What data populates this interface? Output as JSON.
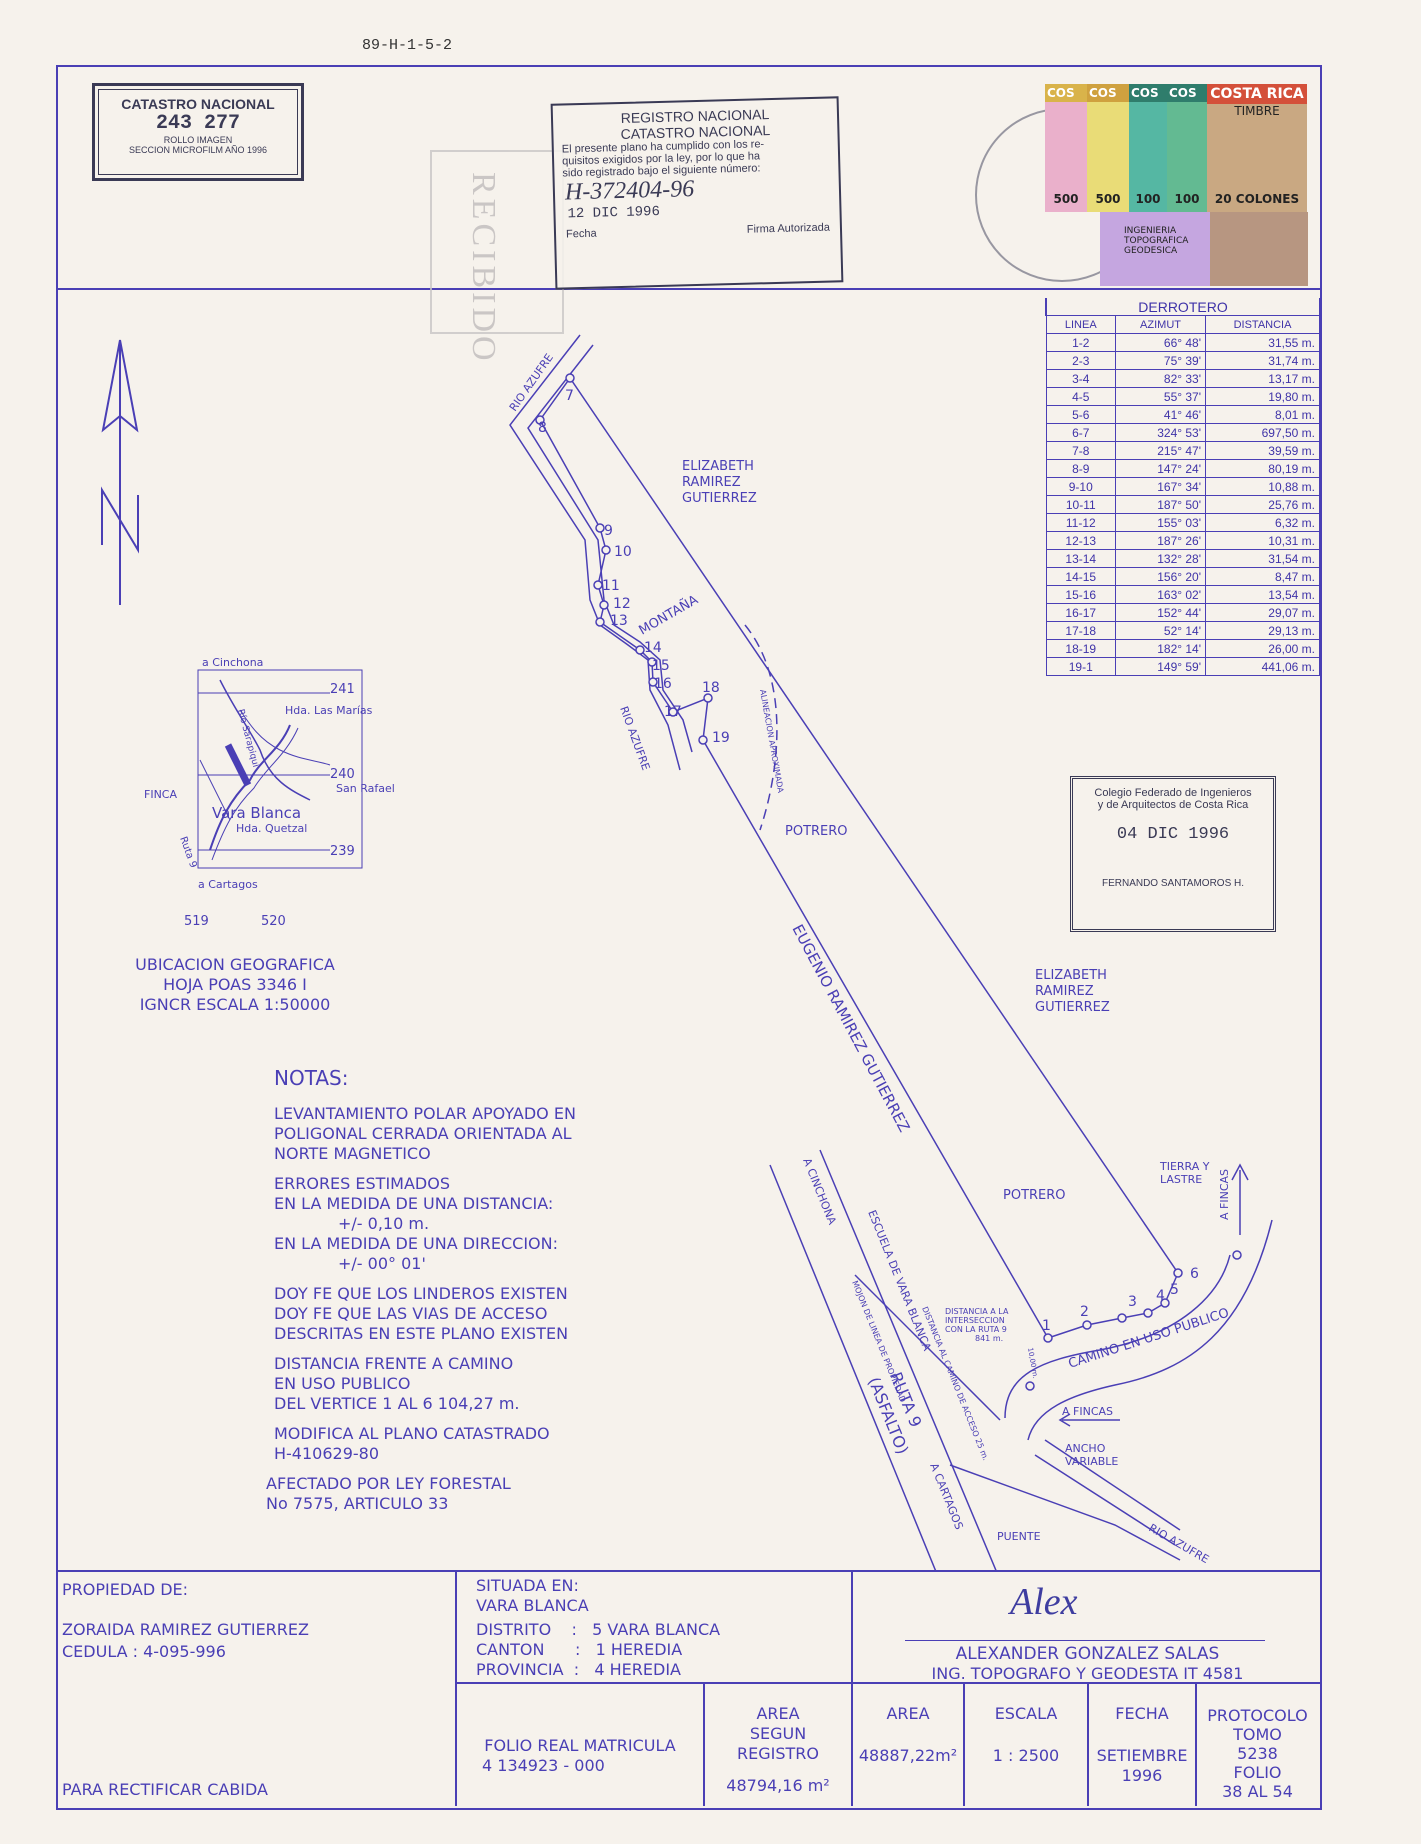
{
  "header_code": "89-H-1-5-2",
  "catastro_stamp": {
    "title": "CATASTRO NACIONAL",
    "number": "243 277",
    "line1": "ROLLO IMAGEN",
    "line2": "SECCION MICROFILM AÑO 1996"
  },
  "registro_stamp": {
    "title1": "REGISTRO NACIONAL",
    "title2": "CATASTRO NACIONAL",
    "body1": "El presente plano ha cumplido con los re-",
    "body2": "quisitos exigidos por la ley, por lo que ha",
    "body3": "sido registrado bajo el siguiente número:",
    "number": "H-372404-96",
    "date": "12 DIC 1996",
    "fecha_label": "Fecha",
    "firma_label": "Firma Autorizada"
  },
  "recibido_stamp": {
    "text": "RECIBIDO"
  },
  "tax_stamps": [
    {
      "brand": "COS",
      "value": "500",
      "color": "#e8a6c4"
    },
    {
      "brand": "COS",
      "value": "500",
      "color": "#e7d86a"
    },
    {
      "brand": "COS",
      "value": "100",
      "color": "#4fb6a3"
    },
    {
      "brand": "COS",
      "value": "100",
      "color": "#5db88e"
    },
    {
      "brand": "COSTA RICA",
      "value": "20 COLONES",
      "color": "#d47a5a"
    }
  ],
  "stamp_timbre": "TIMBRE",
  "stamp_ingenieria": "INGENIERIA TOPOGRAFICA GEODESICA",
  "derrotero": {
    "title": "DERROTERO",
    "headers": [
      "LINEA",
      "AZIMUT",
      "DISTANCIA"
    ],
    "rows": [
      [
        "1-2",
        "66° 48'",
        "31,55 m."
      ],
      [
        "2-3",
        "75° 39'",
        "31,74 m."
      ],
      [
        "3-4",
        "82° 33'",
        "13,17 m."
      ],
      [
        "4-5",
        "55° 37'",
        "19,80 m."
      ],
      [
        "5-6",
        "41° 46'",
        "8,01 m."
      ],
      [
        "6-7",
        "324° 53'",
        "697,50 m."
      ],
      [
        "7-8",
        "215° 47'",
        "39,59 m."
      ],
      [
        "8-9",
        "147° 24'",
        "80,19 m."
      ],
      [
        "9-10",
        "167° 34'",
        "10,88 m."
      ],
      [
        "10-11",
        "187° 50'",
        "25,76 m."
      ],
      [
        "11-12",
        "155° 03'",
        "6,32 m."
      ],
      [
        "12-13",
        "187° 26'",
        "10,31 m."
      ],
      [
        "13-14",
        "132° 28'",
        "31,54 m."
      ],
      [
        "14-15",
        "156° 20'",
        "8,47 m."
      ],
      [
        "15-16",
        "163° 02'",
        "13,54 m."
      ],
      [
        "16-17",
        "152° 44'",
        "29,07 m."
      ],
      [
        "17-18",
        "52° 14'",
        "29,13 m."
      ],
      [
        "18-19",
        "182° 14'",
        "26,00 m."
      ],
      [
        "19-1",
        "149° 59'",
        "441,06 m."
      ]
    ]
  },
  "colegio_stamp": {
    "line1": "Colegio Federado de Ingenieros",
    "line2": "y de Arquitectos de Costa Rica",
    "date": "04 DIC 1996",
    "name": "FERNANDO SANTAMOROS H."
  },
  "location_map": {
    "a_cinchona": "a Cinchona",
    "hda_las_marias": "Hda. Las Marías",
    "san_rafael": "San Rafael",
    "finca": "FINCA",
    "vara_blanca": "Vara Blanca",
    "hda_quetzal": "Hda. Quetzal",
    "a_cartagos": "a Cartagos",
    "ruta": "Ruta 9",
    "grid_241": "241",
    "grid_240": "240",
    "grid_239": "239",
    "grid_519": "519",
    "grid_520": "520",
    "river": "Río Sarapiquí"
  },
  "ubicacion": {
    "line1": "UBICACION GEOGRAFICA",
    "line2": "HOJA POAS 3346 I",
    "line3": "IGNCR   ESCALA 1:50000"
  },
  "notas": {
    "title": "NOTAS:",
    "p1": [
      "LEVANTAMIENTO POLAR APOYADO EN",
      "POLIGONAL CERRADA ORIENTADA AL",
      "NORTE MAGNETICO"
    ],
    "p2": [
      "ERRORES ESTIMADOS",
      "EN LA MEDIDA DE UNA DISTANCIA:",
      "+/- 0,10 m.",
      "EN LA MEDIDA DE UNA DIRECCION:",
      "+/- 00° 01'"
    ],
    "p3": [
      "DOY FE QUE LOS LINDEROS EXISTEN",
      "DOY FE QUE LAS VIAS DE ACCESO",
      "DESCRITAS EN ESTE PLANO EXISTEN"
    ],
    "p4": [
      "DISTANCIA FRENTE A CAMINO",
      "EN USO PUBLICO",
      "DEL VERTICE 1 AL 6   104,27 m."
    ],
    "p5": [
      "MODIFICA AL PLANO CATASTRADO",
      "H-410629-80"
    ],
    "p6": [
      "AFECTADO POR LEY FORESTAL",
      "No 7575, ARTICULO 33"
    ]
  },
  "plan_labels": {
    "rio_azufre_top": "RIO AZUFRE",
    "rio_azufre_mid": "RIO AZUFRE",
    "rio_azufre_bottom": "RIO AZUFRE",
    "elizabeth_top": [
      "ELIZABETH",
      "RAMIREZ",
      "GUTIERREZ"
    ],
    "elizabeth_right": [
      "ELIZABETH",
      "RAMIREZ",
      "GUTIERREZ"
    ],
    "montana": "MONTAÑA",
    "alineacion": "ALINEACION APROXIMADA",
    "potrero1": "POTRERO",
    "potrero2": "POTRERO",
    "eugenio": "EUGENIO   RAMIREZ   GUTIERREZ",
    "tierra_lastre": [
      "TIERRA Y",
      "LASTRE"
    ],
    "a_fincas1": "A FINCAS",
    "a_fincas2": "A FINCAS",
    "a_cinchona": "A CINCHONA",
    "escuela": "ESCUELA DE VARA BLANCA",
    "mojon": "MOJON DE LINEA DE PROPIEDAD",
    "dist_camino": "DISTANCIA AL CAMINO DE ACCESO 25 m.",
    "dist_interseccion": [
      "DISTANCIA A LA",
      "INTERSECCION",
      "CON LA RUTA 9",
      "841 m."
    ],
    "dist_10": "10,00 m.",
    "camino": "CAMINO EN USO PUBLICO",
    "ruta9": "RUTA 9",
    "asfalto": "(ASFALTO)",
    "a_cartagos": "A CARTAGOS",
    "ancho": [
      "ANCHO",
      "VARIABLE"
    ],
    "puente": "PUENTE",
    "vertices": [
      "1",
      "2",
      "3",
      "4",
      "5",
      "6",
      "7",
      "8",
      "9",
      "10",
      "11",
      "12",
      "13",
      "14",
      "15",
      "16",
      "17",
      "18",
      "19"
    ]
  },
  "title_block": {
    "propiedad_label": "PROPIEDAD DE:",
    "owner": "ZORAIDA RAMIREZ GUTIERREZ",
    "cedula": "CEDULA : 4-095-996",
    "rectificar": "PARA RECTIFICAR CABIDA",
    "situada_label": "SITUADA EN:",
    "situada": "VARA BLANCA",
    "distrito": "DISTRITO    :   5 VARA BLANCA",
    "canton": "CANTON      :   1 HEREDIA",
    "provincia": "PROVINCIA  :   4 HEREDIA",
    "signature": "Alex",
    "engineer": "ALEXANDER GONZALEZ SALAS",
    "engineer_title": "ING. TOPOGRAFO Y GEODESTA IT 4581",
    "folio_label": "FOLIO REAL MATRICULA",
    "folio_value": "4 134923 - 000",
    "area_reg_label": [
      "AREA",
      "SEGUN",
      "REGISTRO"
    ],
    "area_reg_value": "48794,16 m²",
    "area_label": "AREA",
    "area_value": "48887,22m²",
    "escala_label": "ESCALA",
    "escala_value": "1 : 2500",
    "fecha_label": "FECHA",
    "fecha_value": [
      "SETIEMBRE",
      "1996"
    ],
    "protocolo": [
      "PROTOCOLO",
      "TOMO",
      "5238",
      "FOLIO",
      "38 AL 54"
    ]
  }
}
